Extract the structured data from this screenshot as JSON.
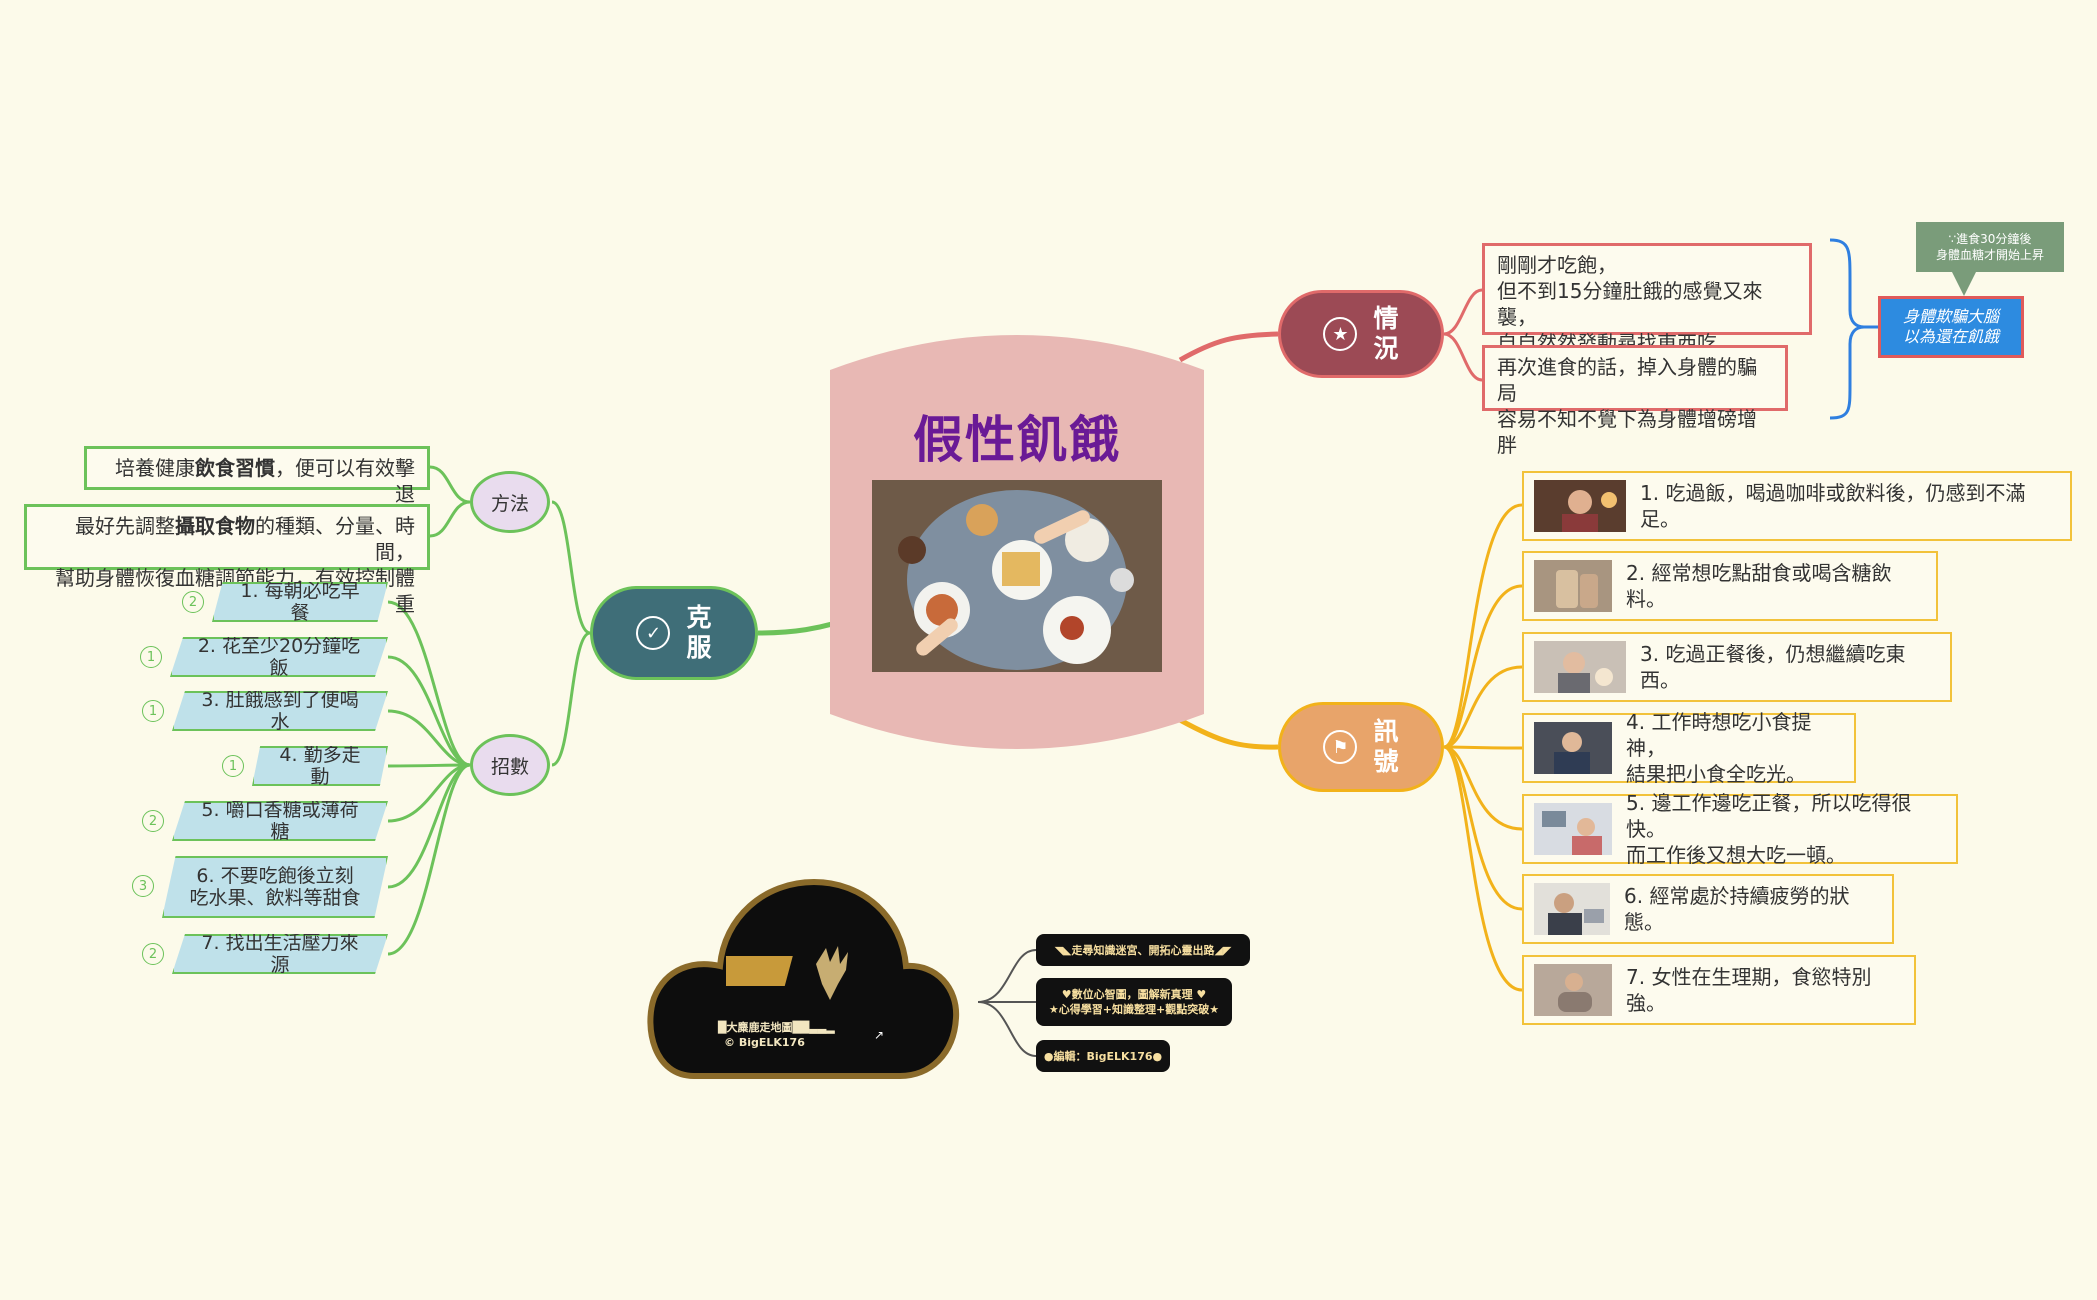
{
  "central": {
    "title": "假性飢餓"
  },
  "situation": {
    "label_1": "情",
    "label_2": "況",
    "box1": [
      "剛剛才吃飽，",
      "但不到15分鐘肚餓的感覺又來襲，",
      "自自然然發動尋找東西吃"
    ],
    "box2": [
      "再次進食的話，掉入身體的騙局",
      "容易不知不覺下為身體增磅增胖"
    ],
    "summary": [
      "身體欺騙大腦",
      "以為還在飢餓"
    ],
    "callout": [
      "∵進食30分鐘後",
      "身體血糖才開始上昇"
    ]
  },
  "signals": {
    "label_1": "訊",
    "label_2": "號",
    "items": [
      [
        "1. 吃過飯，喝過咖啡或飲料後，仍感到不滿足。"
      ],
      [
        "2. 經常想吃點甜食或喝含糖飲料。"
      ],
      [
        "3. 吃過正餐後，仍想繼續吃東西。"
      ],
      [
        "4. 工作時想吃小食提神，",
        "結果把小食全吃光。"
      ],
      [
        "5. 邊工作邊吃正餐，所以吃得很快。",
        "而工作後又想大吃一頓。"
      ],
      [
        "6. 經常處於持續疲勞的狀態。"
      ],
      [
        "7. 女性在生理期，食慾特別強。"
      ]
    ]
  },
  "overcome": {
    "label_1": "克",
    "label_2": "服",
    "method": {
      "label": "方法",
      "box1": {
        "pre": "培養健康",
        "bold": "飲食習慣",
        "post": "，便可以有效擊退"
      },
      "box2": {
        "pre": "最好先調整",
        "bold": "攝取食物",
        "post": "的種類、分量、時間，",
        "line2": "幫助身體恢復血糖調節能力，有效控制體重"
      }
    },
    "tips": {
      "label": "招數",
      "items": [
        {
          "text": [
            "1. 每朝必吃早餐"
          ],
          "badge": "2"
        },
        {
          "text": [
            "2. 花至少20分鐘吃飯"
          ],
          "badge": "1"
        },
        {
          "text": [
            "3. 肚餓感到了便喝水"
          ],
          "badge": "1"
        },
        {
          "text": [
            "4. 勤多走動"
          ],
          "badge": "1"
        },
        {
          "text": [
            "5. 嚼口香糖或薄荷糖"
          ],
          "badge": "2"
        },
        {
          "text": [
            "6. 不要吃飽後立刻",
            "吃水果、飲料等甜食"
          ],
          "badge": "3"
        },
        {
          "text": [
            "7. 找出生活壓力來源"
          ],
          "badge": "2"
        }
      ]
    }
  },
  "brand": {
    "cloud_line1": "█大麋鹿走地圖██▃▃▂",
    "cloud_line2": "© BigELK176",
    "cloud_link_icon": "↗",
    "tag1": "◥◣走尋知識迷宮、開拓心靈出路◢◤",
    "tag2_1": "♥數位心智圖，圖解新真理 ♥",
    "tag2_2": "★心得學習+知識整理+觀點突破★",
    "tag3": "●編輯：BigELK176●"
  },
  "colors": {
    "situation": "#9c4a55",
    "signals": "#e8a46a",
    "overcome": "#3f6e78",
    "red_line": "#e06a6a",
    "yellow_line": "#f2b21a",
    "green_line": "#6cc25a",
    "blue_brace": "#2f7fe0"
  }
}
